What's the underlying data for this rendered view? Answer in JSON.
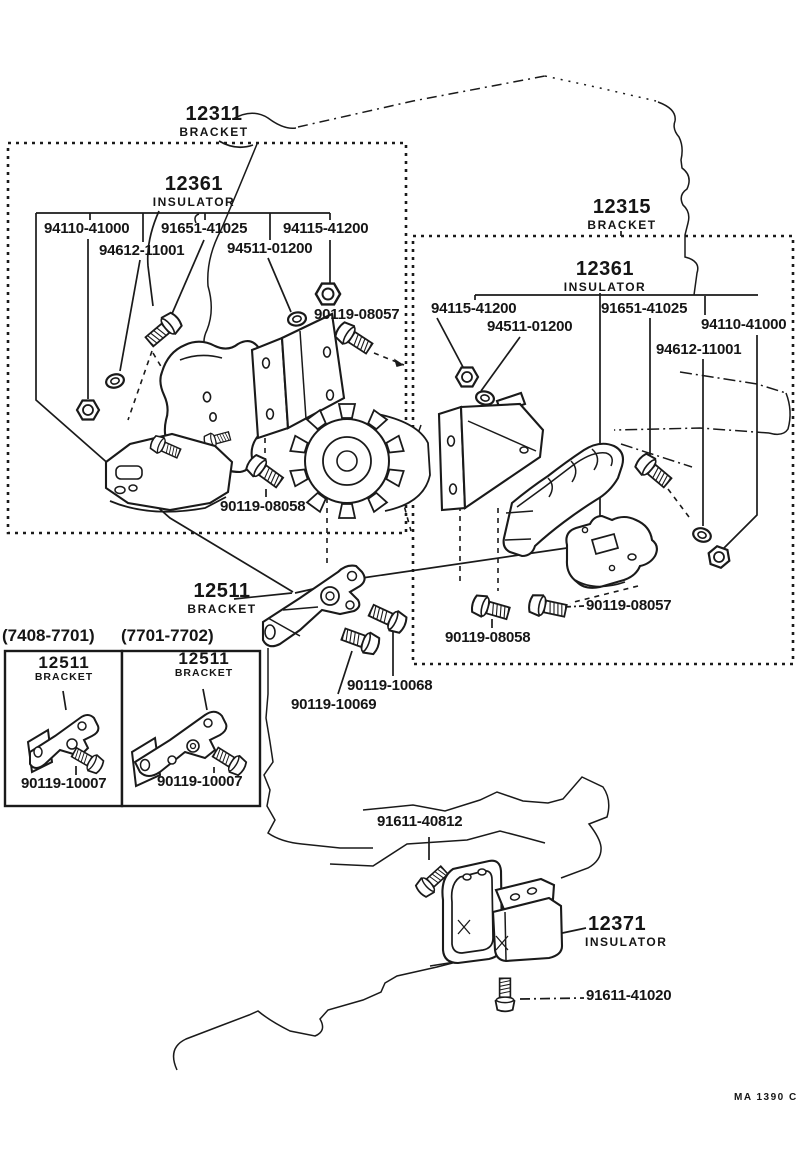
{
  "footer_code": "MA 1390 C",
  "left_assembly": {
    "bracket_code": "12311",
    "bracket_type": "BRACKET",
    "insulator_code": "12361",
    "insulator_type": "INSULATOR",
    "parts": {
      "p94110": "94110-41000",
      "p91651": "91651-41025",
      "p94115": "94115-41200",
      "p94612": "94612-11001",
      "p94511": "94511-01200",
      "p08057": "90119-08057",
      "p08058": "90119-08058"
    }
  },
  "right_assembly": {
    "bracket_code": "12315",
    "bracket_type": "BRACKET",
    "insulator_code": "12361",
    "insulator_type": "INSULATOR",
    "parts": {
      "p94115": "94115-41200",
      "p94511": "94511-01200",
      "p91651": "91651-41025",
      "p94110": "94110-41000",
      "p94612": "94612-11001",
      "p08057": "90119-08057",
      "p08058": "90119-08058"
    }
  },
  "center_bracket": {
    "code": "12511",
    "type": "BRACKET",
    "p10068": "90119-10068",
    "p10069": "90119-10069"
  },
  "variants": [
    {
      "range": "(7408-7701)",
      "code": "12511",
      "type": "BRACKET",
      "bolt": "90119-10007"
    },
    {
      "range": "(7701-7702)",
      "code": "12511",
      "type": "BRACKET",
      "bolt": "90119-10007"
    }
  ],
  "rear_mount": {
    "insulator_code": "12371",
    "insulator_type": "INSULATOR",
    "p40812": "91611-40812",
    "p41020": "91611-41020"
  }
}
